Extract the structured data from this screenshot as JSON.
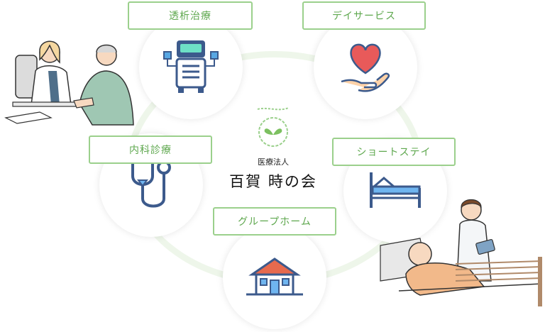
{
  "services": {
    "dialysis": "透析治療",
    "day_service": "デイサービス",
    "internal_medicine": "内科診療",
    "short_stay": "ショートステイ",
    "group_home": "グループホーム"
  },
  "organization": {
    "type": "医療法人",
    "name": "百賀 時の会"
  },
  "colors": {
    "accent_green": "#5fa84f",
    "label_border": "#9bd08c",
    "ring": "#eef6ea",
    "icon_blue": "#3c5a8c",
    "heart": "#e85a5a"
  },
  "icons": [
    "dialysis-machine-icon",
    "heart-hand-icon",
    "stethoscope-icon",
    "hospital-bed-icon",
    "house-icon",
    "sprout-logo-icon"
  ]
}
